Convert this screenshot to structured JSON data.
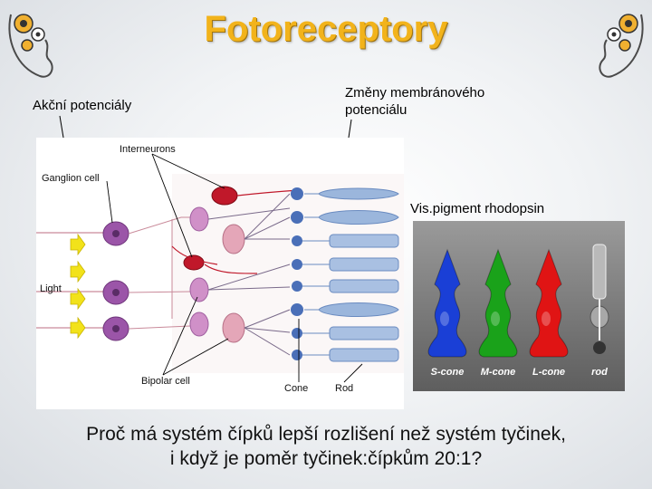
{
  "title": "Fotoreceptory",
  "labels": {
    "action_potentials": "Akční potenciály",
    "membrane_changes_line1": "Změny membránového",
    "membrane_changes_line2": "potenciálu",
    "visual_pigment": "Vis.pigment rhodopsin"
  },
  "retina_diagram": {
    "interneurons": "Interneurons",
    "ganglion_cell": "Ganglion cell",
    "light": "Light",
    "bipolar_cell": "Bipolar cell",
    "cone": "Cone",
    "rod": "Rod"
  },
  "photoreceptor_types": [
    {
      "label": "S-cone",
      "color": "#1a3fd6"
    },
    {
      "label": "M-cone",
      "color": "#1aa21a"
    },
    {
      "label": "L-cone",
      "color": "#e01414"
    },
    {
      "label": "rod",
      "color": "#b9b9b9"
    }
  ],
  "question": {
    "line1": "Proč má systém čípků lepší rozlišení než systém tyčinek,",
    "line2": "i když je poměr tyčinek:čípkům 20:1?"
  },
  "colors": {
    "title": "#f2b31b",
    "cone_background": "#7b7b7b"
  }
}
